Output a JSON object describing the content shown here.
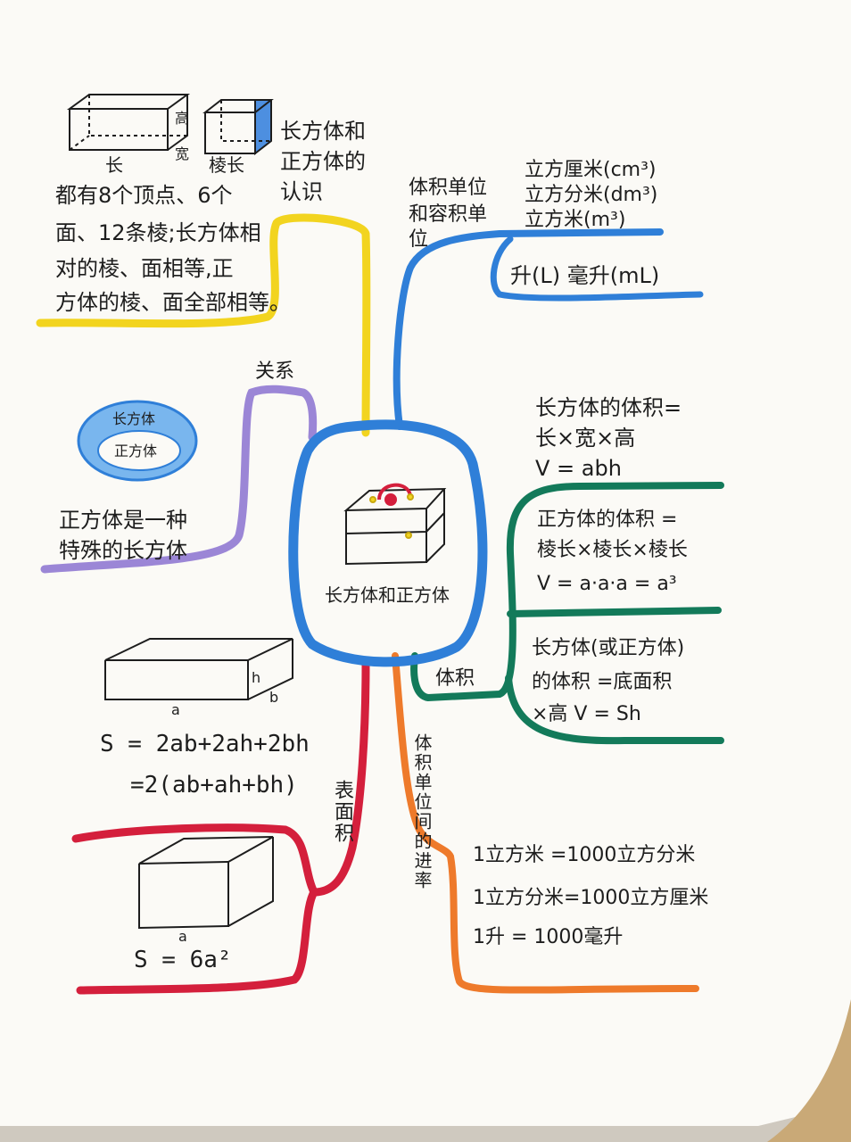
{
  "center": {
    "title": "长方体和正方体"
  },
  "colors": {
    "yellow": "#f2d41f",
    "blue": "#2f7fd8",
    "purple": "#9b86d6",
    "green": "#137a5a",
    "orange": "#ee7a2b",
    "red": "#d41f3c",
    "lightblue": "#79b6ee",
    "paper": "#fbfaf6"
  },
  "recognition": {
    "title_line1": "长方体和",
    "title_line2": "正方体的",
    "title_line3": "认识",
    "box_label_length": "长",
    "box_label_height": "高",
    "box_label_width": "宽",
    "cube_label_edge": "棱长",
    "text_lines": [
      "都有8个顶点、6个",
      "面、12条棱;长方体相",
      "对的棱、面相等,正",
      "方体的棱、面全部相等。"
    ]
  },
  "units": {
    "label_line1": "体积单位",
    "label_line2": "和容积单",
    "label_line3": "位",
    "items": [
      "立方厘米(cm³)",
      "立方分米(dm³)",
      "立方米(m³)"
    ],
    "liquid": "升(L) 毫升(mL)"
  },
  "relation": {
    "label": "关系",
    "outer": "长方体",
    "inner": "正方体",
    "text_line1": "正方体是一种",
    "text_line2": "特殊的长方体"
  },
  "volume": {
    "label": "体积",
    "cuboid_line1": "长方体的体积=",
    "cuboid_line2": "长×宽×高",
    "cuboid_line3": "V = abh",
    "cube_line1": "正方体的体积 =",
    "cube_line2": "棱长×棱长×棱长",
    "cube_line3": "V = a·a·a = a³",
    "general_line1": "长方体(或正方体)",
    "general_line2": "的体积 =底面积",
    "general_line3": "×高  V = Sh"
  },
  "surface": {
    "label": "表面积",
    "box_a": "a",
    "box_b": "b",
    "box_h": "h",
    "formula_line1": "S = 2ab+2ah+2bh",
    "formula_line2": "=2(ab+ah+bh)",
    "cube_a": "a",
    "cube_formula": "S = 6a²"
  },
  "conversion": {
    "label": "体积单位间的进率",
    "lines": [
      "1立方米 =1000立方分米",
      "1立方分米=1000立方厘米",
      "1升 = 1000毫升"
    ]
  }
}
